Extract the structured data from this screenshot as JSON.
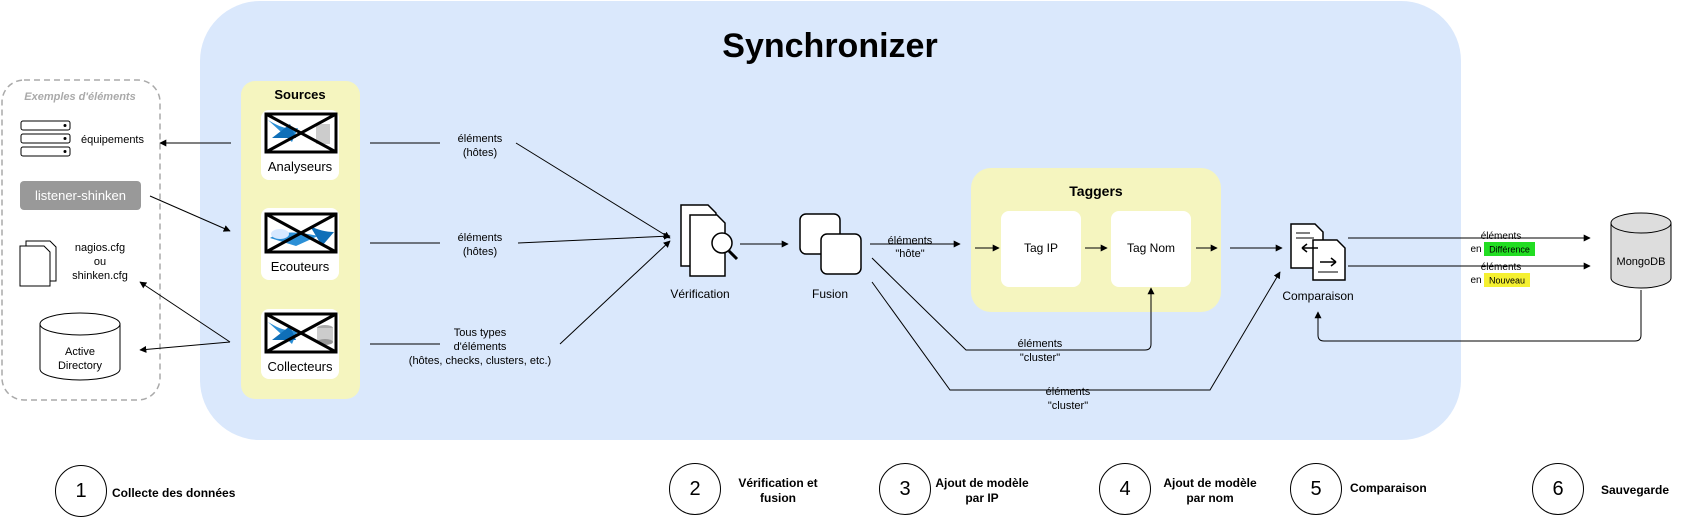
{
  "title": "Synchronizer",
  "examples": {
    "heading": "Exemples d'éléments",
    "equipements": "équipements",
    "listener": "listener-shinken",
    "config_line1": "nagios.cfg",
    "config_line2": "ou",
    "config_line3": "shinken.cfg",
    "ad_line1": "Active",
    "ad_line2": "Directory"
  },
  "sources": {
    "title": "Sources",
    "items": [
      "Analyseurs",
      "Ecouteurs",
      "Collecteurs"
    ]
  },
  "flows": {
    "analyseurs_line1": "éléments",
    "analyseurs_line2": "(hôtes)",
    "ecouteurs_line1": "éléments",
    "ecouteurs_line2": "(hôtes)",
    "collecteurs_line1": "Tous types",
    "collecteurs_line2": "d'éléments",
    "collecteurs_line3": "(hôtes, checks, clusters, etc.)",
    "hote_line1": "éléments",
    "hote_line2": "\"hôte\"",
    "cluster1_line1": "éléments",
    "cluster1_line2": "\"cluster\"",
    "cluster2_line1": "éléments",
    "cluster2_line2": "\"cluster\"",
    "diff_line1": "éléments",
    "diff_prefix": "en",
    "diff_badge": "Différence",
    "new_line1": "éléments",
    "new_prefix": "en",
    "new_badge": "Nouveau"
  },
  "nodes": {
    "verification": "Vérification",
    "fusion": "Fusion",
    "comparaison": "Comparaison",
    "mongodb": "MongoDB"
  },
  "taggers": {
    "title": "Taggers",
    "tag_ip": "Tag IP",
    "tag_nom": "Tag Nom"
  },
  "steps": [
    {
      "number": "1",
      "label_line1": "Collecte des données",
      "label_line2": ""
    },
    {
      "number": "2",
      "label_line1": "Vérification et",
      "label_line2": "fusion"
    },
    {
      "number": "3",
      "label_line1": "Ajout de modèle",
      "label_line2": "par IP"
    },
    {
      "number": "4",
      "label_line1": "Ajout de modèle",
      "label_line2": "par nom"
    },
    {
      "number": "5",
      "label_line1": "Comparaison",
      "label_line2": ""
    },
    {
      "number": "6",
      "label_line1": "Sauvegarde",
      "label_line2": ""
    }
  ],
  "colors": {
    "synchronizer_bg": "#dae8fc",
    "panel_yellow": "#f5f5bf",
    "badge_diff": "#22dd22",
    "badge_new": "#f5f031",
    "listener_bg": "#999999"
  }
}
